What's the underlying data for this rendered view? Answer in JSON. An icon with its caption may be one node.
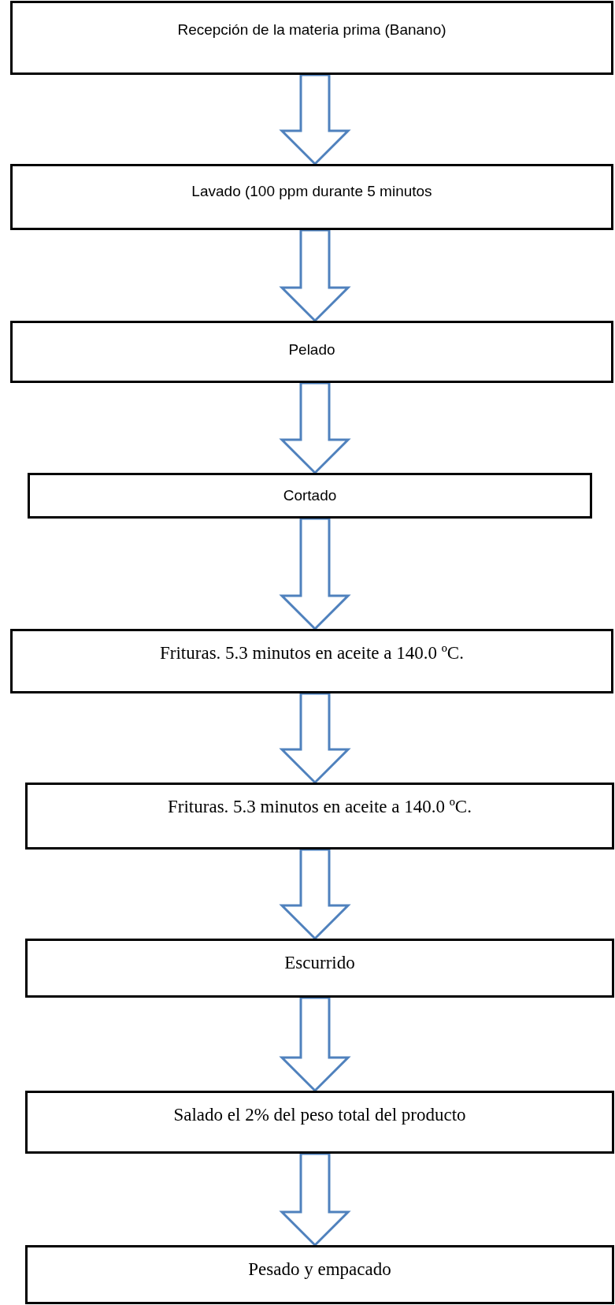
{
  "diagram": {
    "nodes": [
      {
        "text": [
          "Recepción de la materia prima (Banano)"
        ]
      },
      {
        "text": [
          "Lavado (100 ppm  durante 5 minutos"
        ]
      },
      {
        "text": [
          "Pelado"
        ]
      },
      {
        "text": [
          "Cortado"
        ]
      },
      {
        "text": [
          "Frituras. 5.3 minutos en aceite a 140.0 ºC."
        ]
      },
      {
        "text": [
          "Frituras. 5.3 minutos en aceite a 140.0 ºC."
        ]
      },
      {
        "text": [
          "Escurrido"
        ]
      },
      {
        "text": [
          "Salado el 2% del peso total del producto"
        ]
      },
      {
        "text": [
          "Pesado y empacado"
        ]
      }
    ],
    "edges": [
      {
        "from": 0,
        "to": 1,
        "arrow": "to"
      },
      {
        "from": 1,
        "to": 2,
        "arrow": "to"
      },
      {
        "from": 2,
        "to": 3,
        "arrow": "to"
      },
      {
        "from": 3,
        "to": 4,
        "arrow": "to"
      },
      {
        "from": 4,
        "to": 5,
        "arrow": "to"
      },
      {
        "from": 5,
        "to": 6,
        "arrow": "to"
      },
      {
        "from": 6,
        "to": 7,
        "arrow": "to"
      },
      {
        "from": 7,
        "to": 8,
        "arrow": "to"
      }
    ]
  }
}
